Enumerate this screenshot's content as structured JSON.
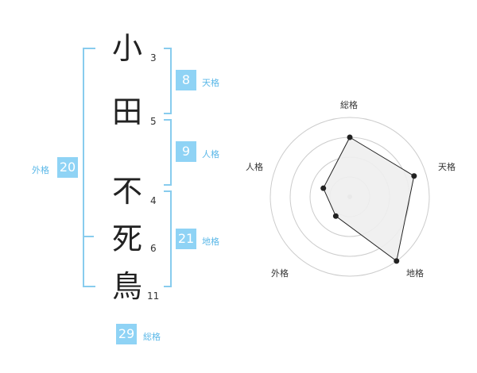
{
  "name": {
    "characters": [
      {
        "char": "小",
        "strokes": "3"
      },
      {
        "char": "田",
        "strokes": "5"
      },
      {
        "char": "不",
        "strokes": "4"
      },
      {
        "char": "死",
        "strokes": "6"
      },
      {
        "char": "鳥",
        "strokes": "11"
      }
    ]
  },
  "fortunes": {
    "tenkaku": {
      "value": "8",
      "label": "天格"
    },
    "jinkaku": {
      "value": "9",
      "label": "人格"
    },
    "chikaku": {
      "value": "21",
      "label": "地格"
    },
    "gaikaku": {
      "value": "20",
      "label": "外格"
    },
    "soukaku": {
      "value": "29",
      "label": "総格"
    }
  },
  "radar": {
    "labels": [
      "総格",
      "天格",
      "地格",
      "外格",
      "人格"
    ],
    "values": [
      0.75,
      0.85,
      1.0,
      0.3,
      0.35
    ],
    "colors": {
      "fill": "#eeeeee",
      "stroke": "#222222",
      "grid": "#cccccc"
    }
  }
}
